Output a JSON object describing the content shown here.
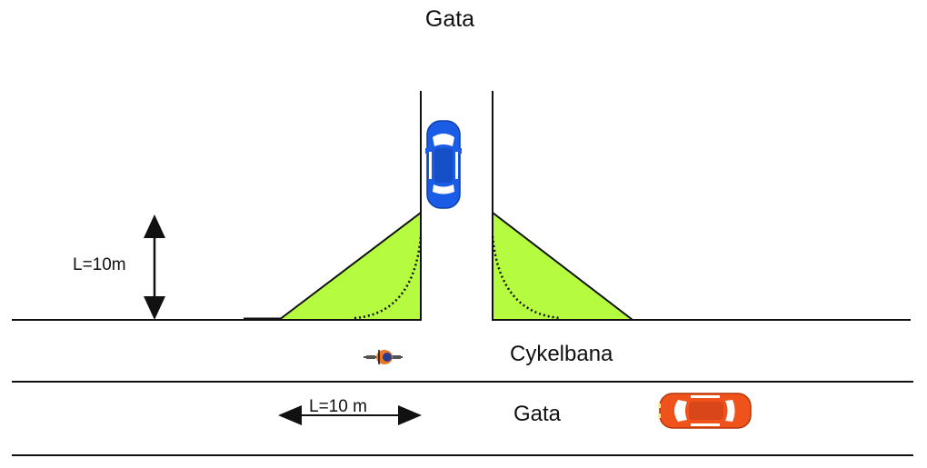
{
  "labels": {
    "top_street": "Gata",
    "vertical_distance": "L=10m",
    "bike_lane": "Cykelbana",
    "lower_street": "Gata",
    "horizontal_distance": "L=10 m"
  },
  "colors": {
    "sight_triangle": "#b5fc41",
    "line": "#111111",
    "blue_car": "#1a5ce6",
    "red_car": "#f0521c",
    "cyclist": "#e8772a"
  },
  "icons": [
    "car-blue-icon",
    "car-red-icon",
    "cyclist-icon"
  ]
}
